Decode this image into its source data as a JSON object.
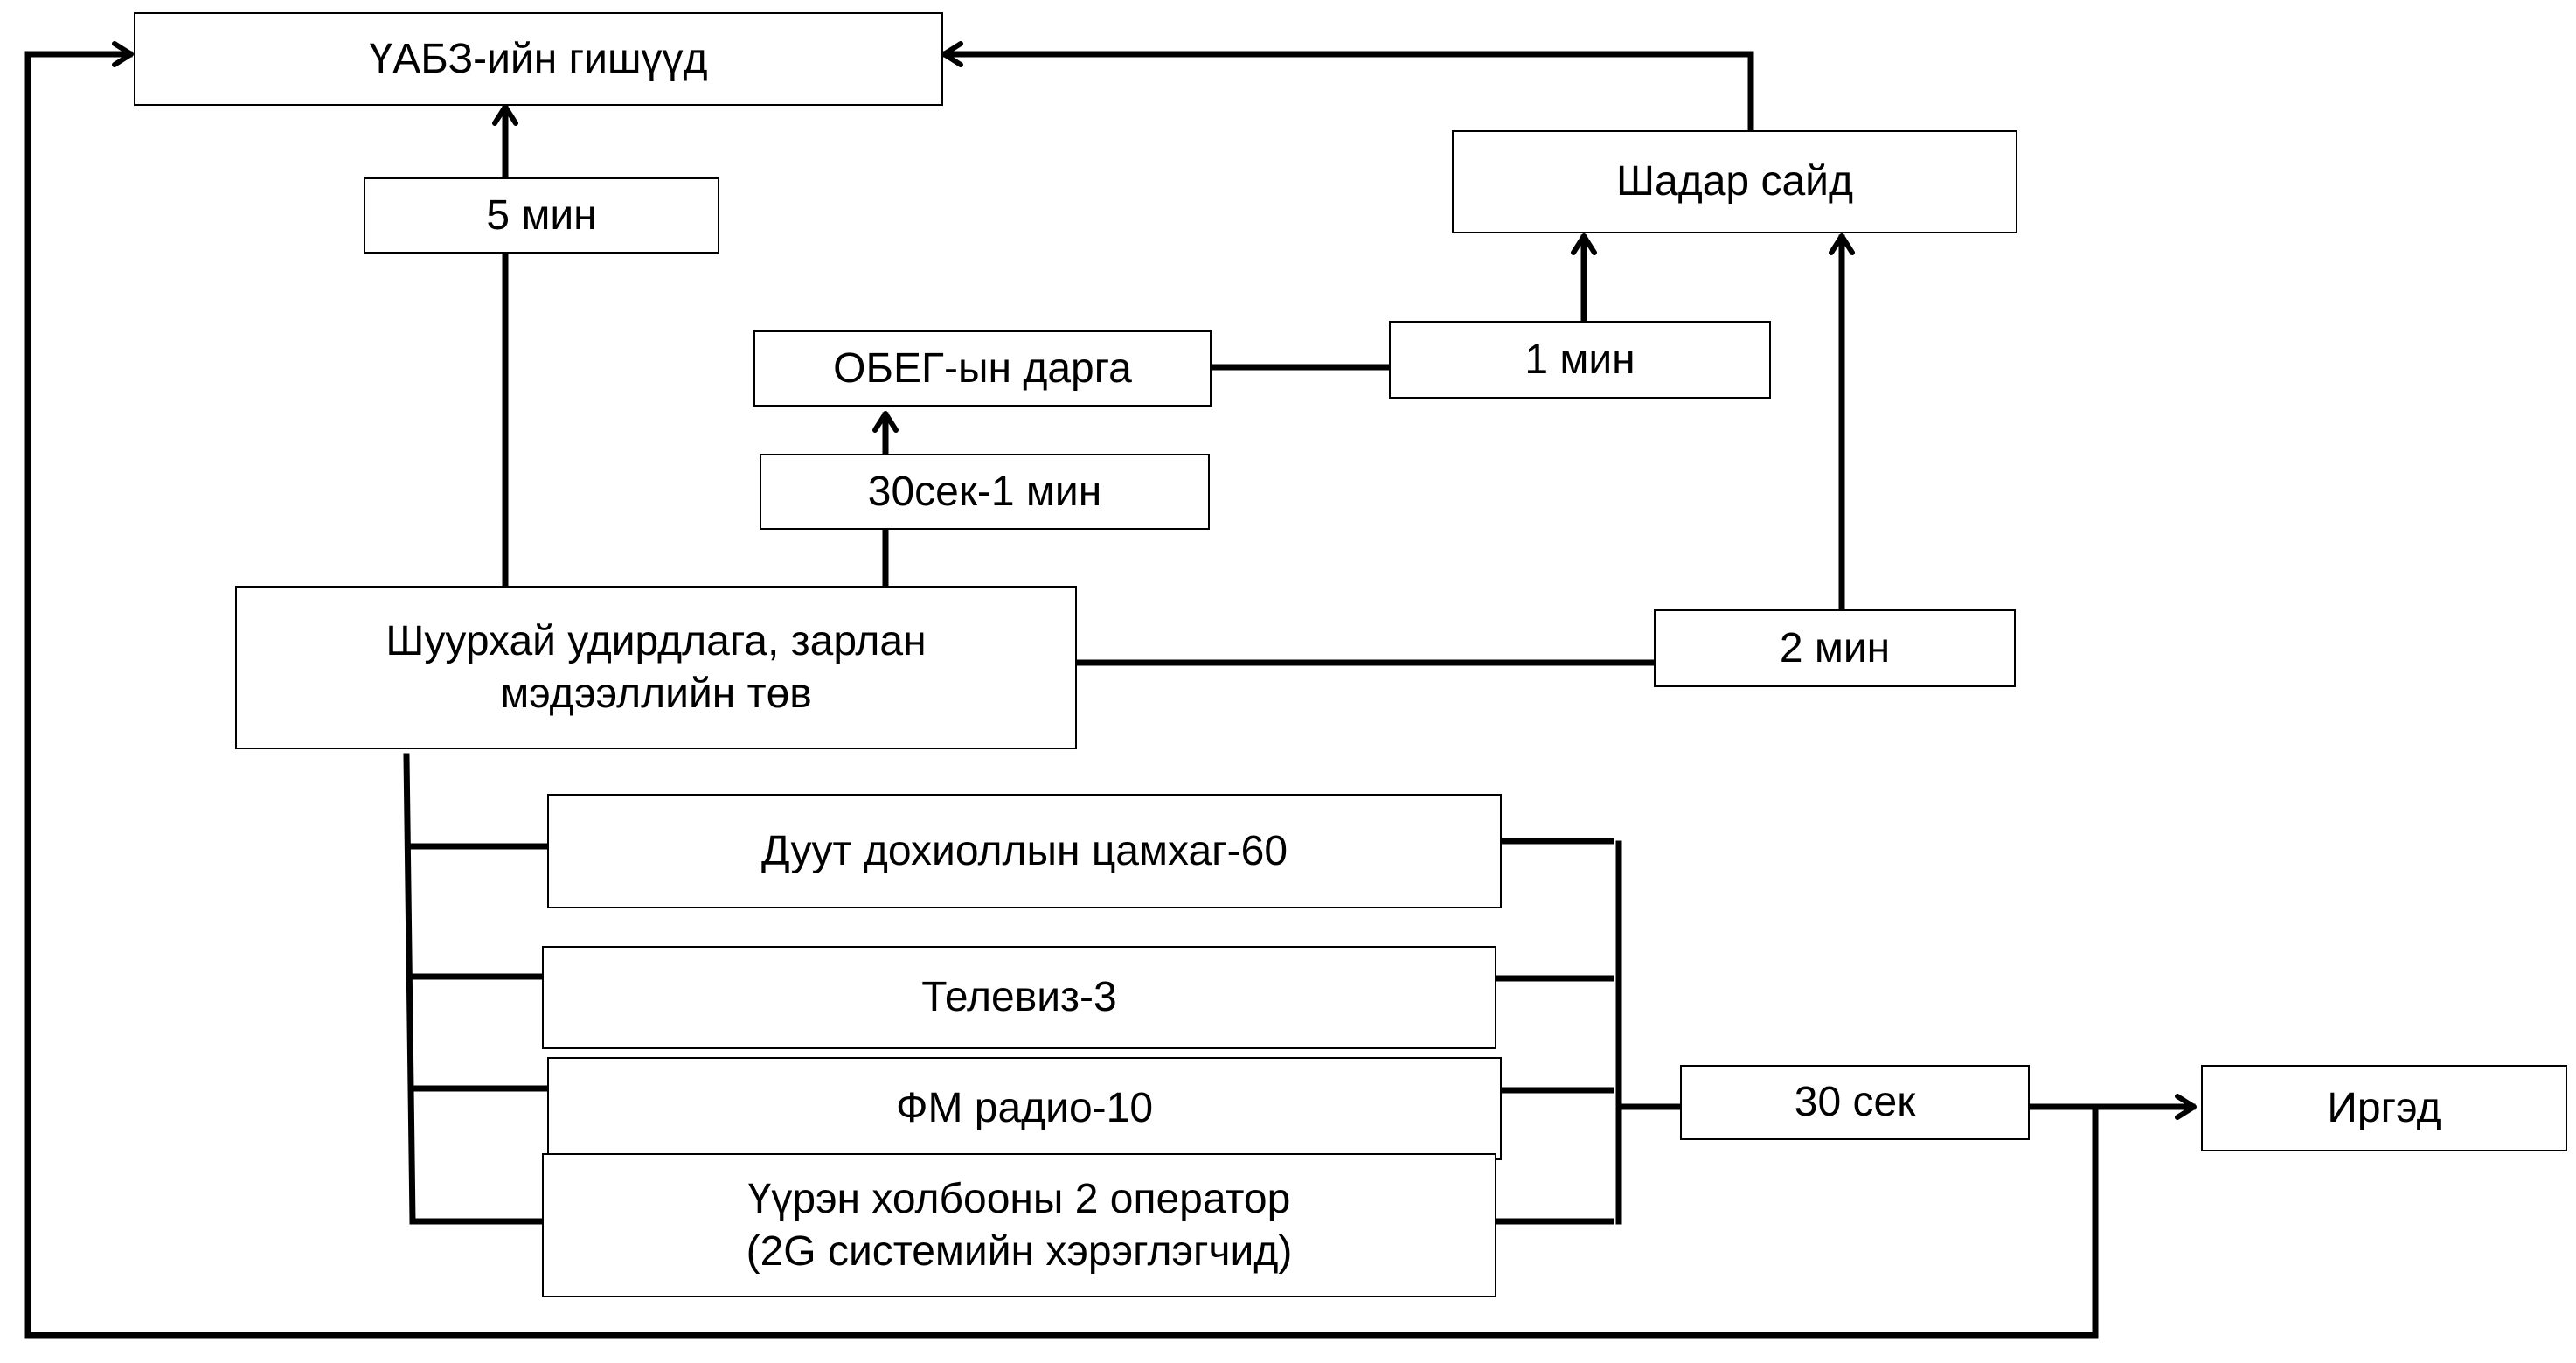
{
  "nodes": {
    "members": "ҮАБЗ-ийн гишүүд",
    "neighbor_minister": "Шадар сайд",
    "obeg_head": "ОБЕГ-ын дарга",
    "center_line1": "Шуурхай удирдлага, зарлан",
    "center_line2": "мэдээллийн төв",
    "siren": "Дуут дохиоллын цамхаг-60",
    "tv": "Телевиз-3",
    "fm": "ФМ радио-10",
    "mobile_line1": "Үүрэн холбооны 2 оператор",
    "mobile_line2": "(2G системийн хэрэглэгчид)",
    "citizens": "Иргэд"
  },
  "times": {
    "t_members": "5 мин",
    "t_obeg": "30сек-1 мин",
    "t_neighbor_from_obeg": "1 мин",
    "t_neighbor_from_center": "2 мин",
    "t_citizens": "30 сек"
  }
}
